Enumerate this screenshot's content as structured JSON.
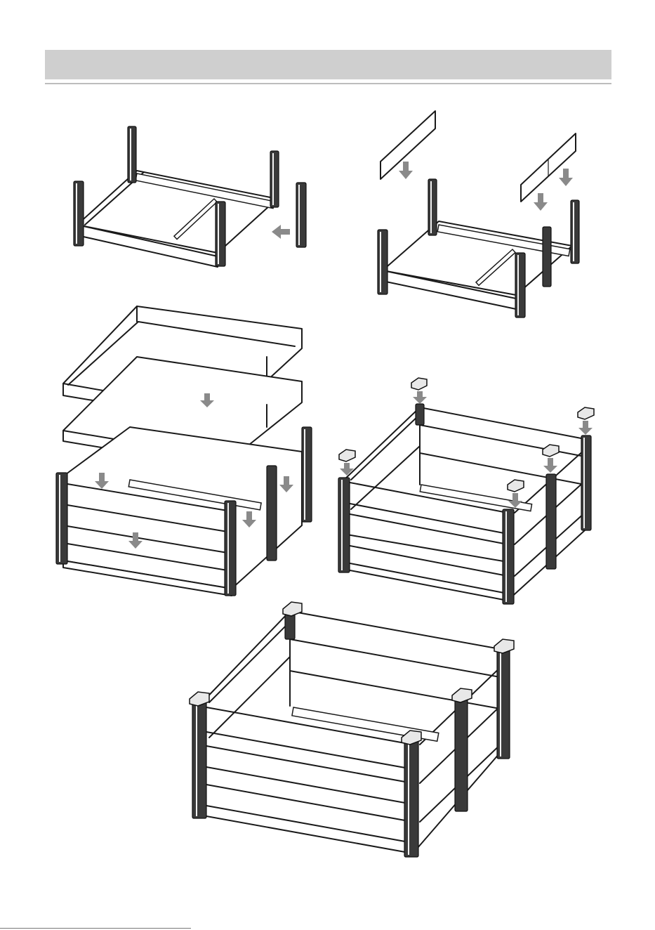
{
  "header": {
    "title": ""
  },
  "steps": [
    {
      "name": "step-1"
    },
    {
      "name": "step-2"
    },
    {
      "name": "step-3"
    },
    {
      "name": "step-4"
    },
    {
      "name": "step-5"
    }
  ],
  "colors": {
    "header_bar": "#cfcfcf",
    "line": "#1a1a1a",
    "post": "#3a3a3a",
    "arrow": "#8a8a8a"
  }
}
